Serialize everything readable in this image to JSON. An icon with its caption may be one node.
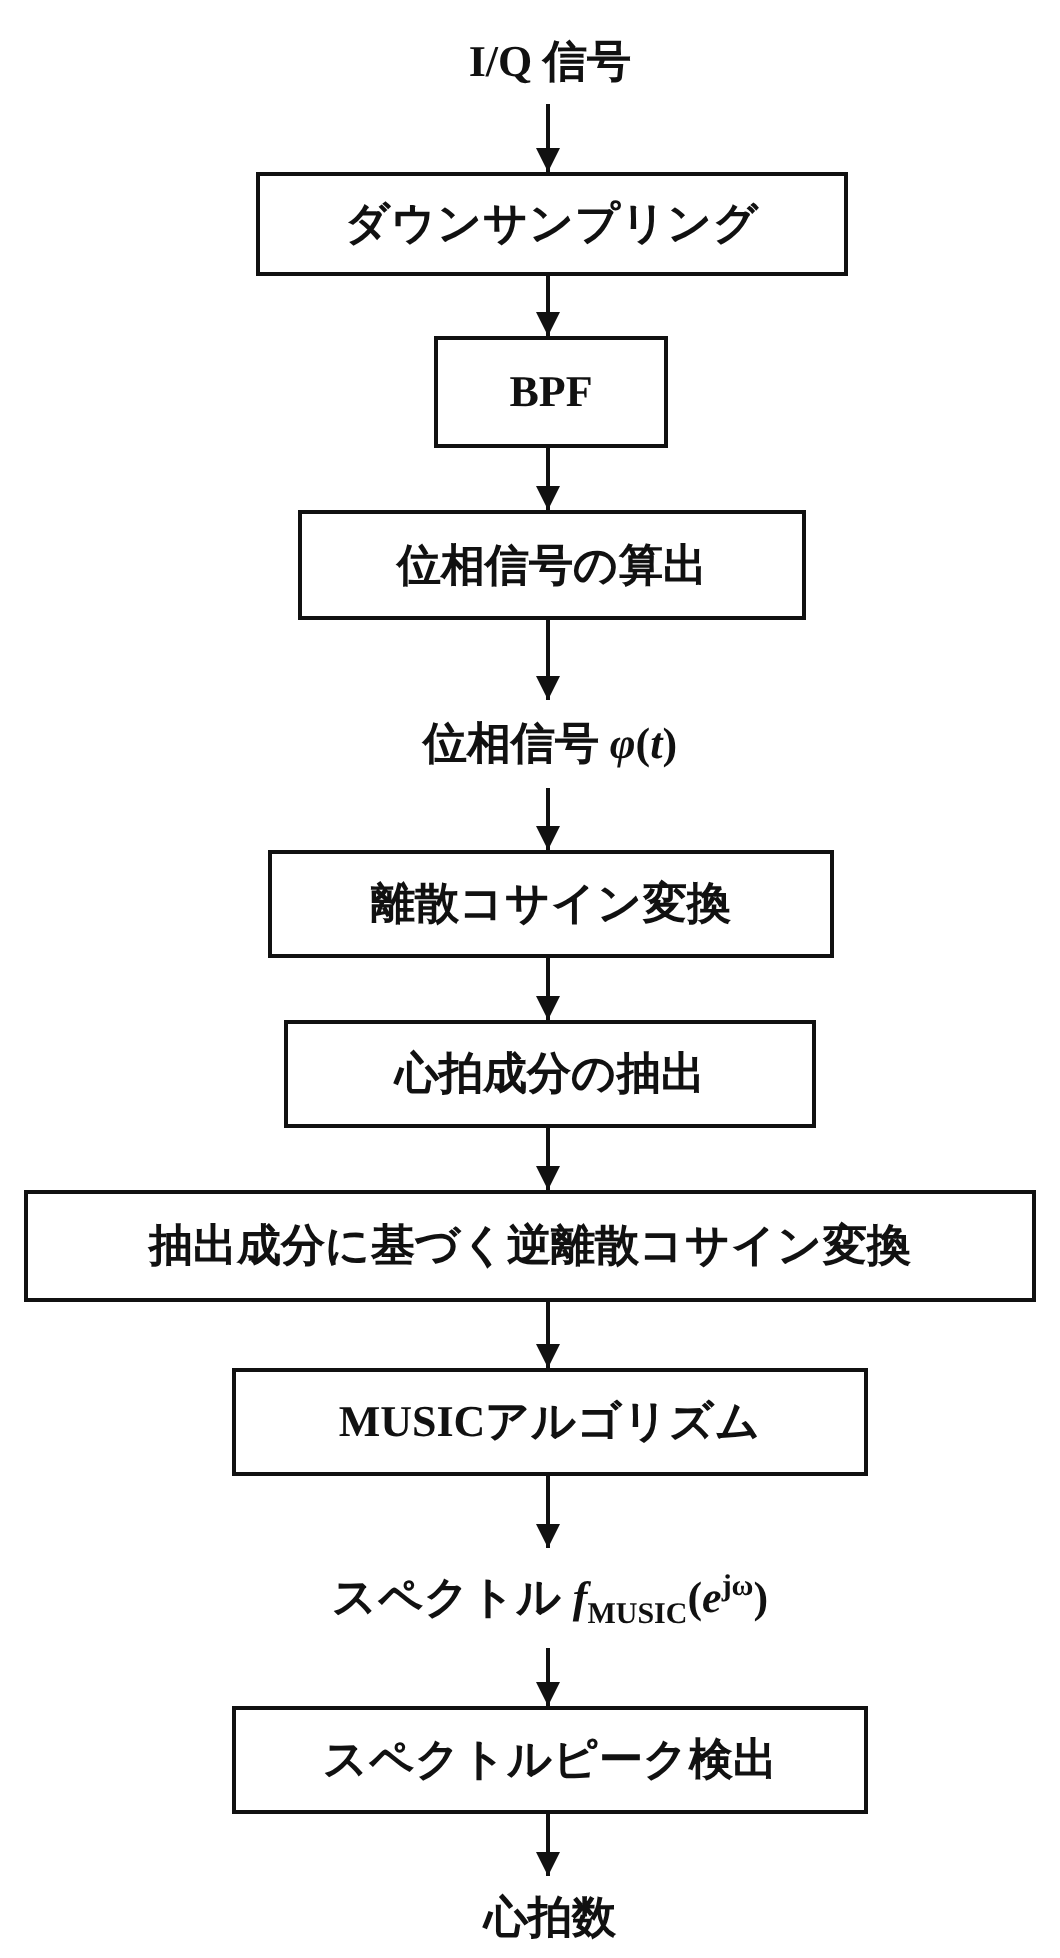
{
  "diagram": {
    "nodes": [
      {
        "text": [
          "I/Q 信号"
        ]
      },
      {
        "text": [
          "ダウンサンプリング"
        ]
      },
      {
        "text": [
          "BPF"
        ]
      },
      {
        "text": [
          "位相信号の算出"
        ]
      },
      {
        "text": [
          "位相信号 *φ*(*t*)"
        ]
      },
      {
        "text": [
          "離散コサイン変換"
        ]
      },
      {
        "text": [
          "心拍成分の抽出"
        ]
      },
      {
        "text": [
          "抽出成分に基づく逆離散コサイン変換"
        ]
      },
      {
        "text": [
          "MUSICアルゴリズム"
        ]
      },
      {
        "text": [
          "スペクトル *f*$_{MUSIC}$(*e*$^{jω}$)"
        ]
      },
      {
        "text": [
          "スペクトルピーク検出"
        ]
      },
      {
        "text": [
          "心拍数"
        ]
      }
    ],
    "edges": [
      {
        "from": 0,
        "to": 1,
        "arrow": "to"
      },
      {
        "from": 1,
        "to": 2,
        "arrow": "to"
      },
      {
        "from": 2,
        "to": 3,
        "arrow": "to"
      },
      {
        "from": 3,
        "to": 4,
        "arrow": "to"
      },
      {
        "from": 4,
        "to": 5,
        "arrow": "to"
      },
      {
        "from": 5,
        "to": 6,
        "arrow": "to"
      },
      {
        "from": 6,
        "to": 7,
        "arrow": "to"
      },
      {
        "from": 7,
        "to": 8,
        "arrow": "to"
      },
      {
        "from": 8,
        "to": 9,
        "arrow": "to"
      },
      {
        "from": 9,
        "to": 10,
        "arrow": "to"
      },
      {
        "from": 10,
        "to": 11,
        "arrow": "to"
      }
    ]
  }
}
